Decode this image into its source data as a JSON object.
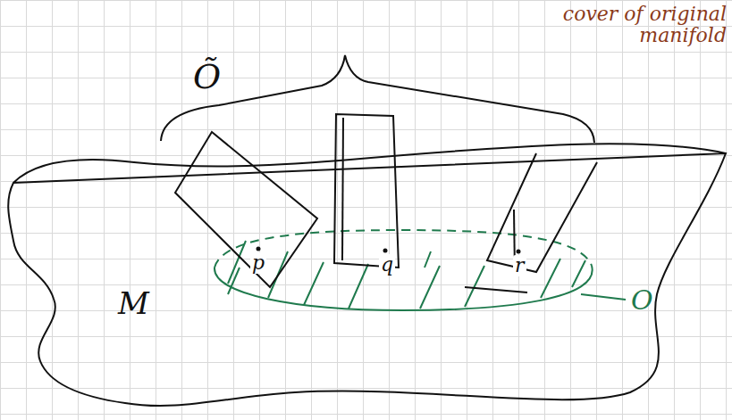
{
  "diagram": {
    "labels": [
      "Õ",
      "M",
      "p",
      "q",
      "r",
      "O",
      "cover of original manifold"
    ]
  }
}
